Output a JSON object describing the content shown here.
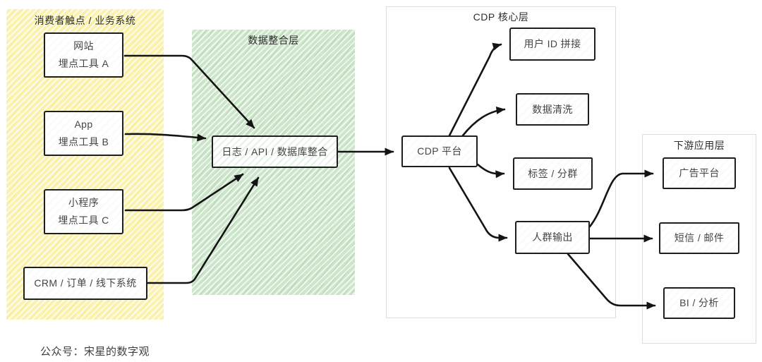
{
  "diagram": {
    "regions": {
      "sources": {
        "title": "消费者触点 / 业务系统"
      },
      "integration": {
        "title": "数据整合层"
      },
      "cdp": {
        "title": "CDP 核心层"
      },
      "downstream": {
        "title": "下游应用层"
      }
    },
    "nodes": {
      "website": {
        "lines": [
          "网站",
          "埋点工具 A"
        ]
      },
      "app": {
        "lines": [
          "App",
          "埋点工具 B"
        ]
      },
      "miniprogram": {
        "lines": [
          "小程序",
          "埋点工具 C"
        ]
      },
      "crm": {
        "lines": [
          "CRM / 订单 / 线下系统"
        ]
      },
      "log_api": {
        "lines": [
          "日志 / API / 数据库整合"
        ]
      },
      "cdp_platform": {
        "lines": [
          "CDP 平台"
        ]
      },
      "id_stitching": {
        "lines": [
          "用户 ID 拼接"
        ]
      },
      "data_cleaning": {
        "lines": [
          "数据清洗"
        ]
      },
      "tags_segments": {
        "lines": [
          "标签 / 分群"
        ]
      },
      "audience": {
        "lines": [
          "人群输出"
        ]
      },
      "ad_platform": {
        "lines": [
          "广告平台"
        ]
      },
      "sms_email": {
        "lines": [
          "短信 / 邮件"
        ]
      },
      "bi_analytics": {
        "lines": [
          "BI / 分析"
        ]
      }
    },
    "edges": [
      {
        "from": "website",
        "to": "log_api"
      },
      {
        "from": "app",
        "to": "log_api"
      },
      {
        "from": "miniprogram",
        "to": "log_api"
      },
      {
        "from": "crm",
        "to": "log_api"
      },
      {
        "from": "log_api",
        "to": "cdp_platform"
      },
      {
        "from": "cdp_platform",
        "to": "id_stitching"
      },
      {
        "from": "cdp_platform",
        "to": "data_cleaning"
      },
      {
        "from": "cdp_platform",
        "to": "tags_segments"
      },
      {
        "from": "cdp_platform",
        "to": "audience"
      },
      {
        "from": "audience",
        "to": "ad_platform"
      },
      {
        "from": "audience",
        "to": "sms_email"
      },
      {
        "from": "audience",
        "to": "bi_analytics"
      }
    ],
    "colors": {
      "sources_fill": "#faf2ae",
      "integration_fill": "#cde6cb",
      "plain_region_border": "#dcdcdc",
      "node_border": "#1e1e1e",
      "arrow": "#141414",
      "text": "#454545"
    },
    "footer": {
      "label": "公众号：宋星的数字观"
    }
  }
}
